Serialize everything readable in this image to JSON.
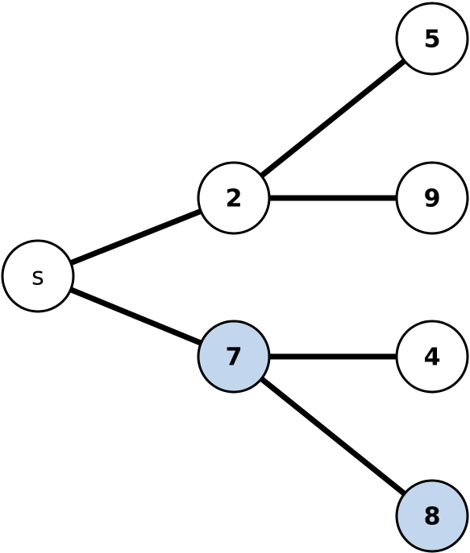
{
  "colors": {
    "default_fill": "#ffffff",
    "highlight_fill": "#c2d7ee",
    "stroke": "#000000"
  },
  "nodes": [
    {
      "id": "s",
      "label": "s",
      "highlighted": false
    },
    {
      "id": "2",
      "label": "2",
      "highlighted": false
    },
    {
      "id": "7",
      "label": "7",
      "highlighted": true
    },
    {
      "id": "5",
      "label": "5",
      "highlighted": false
    },
    {
      "id": "9",
      "label": "9",
      "highlighted": false
    },
    {
      "id": "4",
      "label": "4",
      "highlighted": false
    },
    {
      "id": "8",
      "label": "8",
      "highlighted": true
    }
  ],
  "edges": [
    {
      "from": "s",
      "to": "2"
    },
    {
      "from": "s",
      "to": "7"
    },
    {
      "from": "2",
      "to": "5"
    },
    {
      "from": "2",
      "to": "9"
    },
    {
      "from": "7",
      "to": "4"
    },
    {
      "from": "7",
      "to": "8"
    }
  ]
}
